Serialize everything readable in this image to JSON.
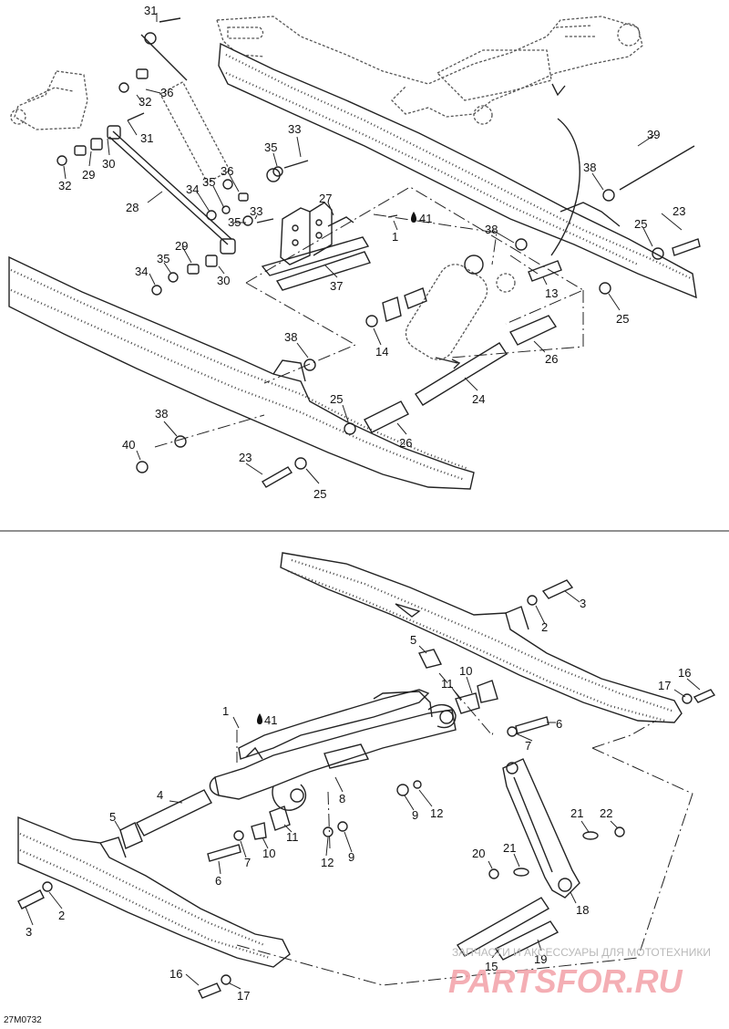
{
  "diagram": {
    "reference_code": "27M0732",
    "watermark": {
      "top_line": "ЗАПЧАСТИ И АКСЕССУАРЫ ДЛЯ МОТОТЕХНИКИ",
      "brand": "PARTSFOR.RU"
    },
    "top_section_callouts": [
      "31",
      "36",
      "32",
      "31",
      "30",
      "29",
      "32",
      "33",
      "35",
      "36",
      "35",
      "34",
      "28",
      "27",
      "33",
      "35",
      "1",
      "41",
      "29",
      "35",
      "34",
      "30",
      "37",
      "39",
      "38",
      "23",
      "25",
      "38",
      "13",
      "25",
      "14",
      "38",
      "26",
      "24",
      "38",
      "25",
      "40",
      "26",
      "23",
      "25"
    ],
    "bottom_section_callouts": [
      "3",
      "2",
      "5",
      "16",
      "17",
      "10",
      "11",
      "1",
      "41",
      "6",
      "7",
      "4",
      "8",
      "12",
      "9",
      "5",
      "11",
      "10",
      "7",
      "6",
      "12",
      "9",
      "21",
      "22",
      "21",
      "20",
      "18",
      "2",
      "3",
      "15",
      "19",
      "16",
      "17"
    ],
    "lube_symbol": "droplet-icon"
  }
}
